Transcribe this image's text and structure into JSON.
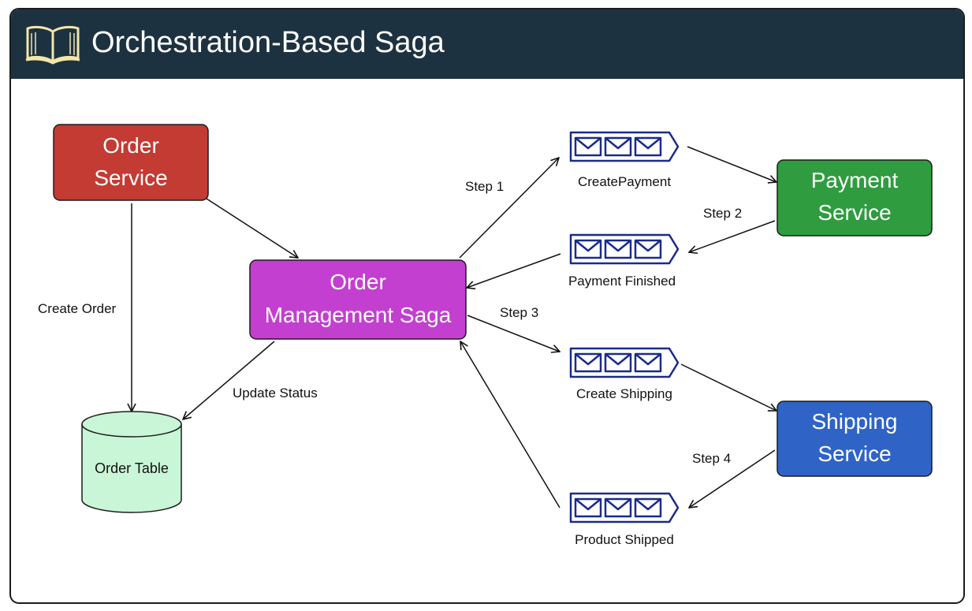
{
  "header": {
    "title": "Orchestration-Based Saga",
    "icon": "open-book-icon"
  },
  "nodes": {
    "order_service": {
      "line1": "Order",
      "line2": "Service",
      "color": "#c33b33"
    },
    "saga": {
      "line1": "Order",
      "line2": "Management Saga",
      "color": "#c33fd0"
    },
    "payment_service": {
      "line1": "Payment",
      "line2": "Service",
      "color": "#2f9c3f"
    },
    "shipping_service": {
      "line1": "Shipping",
      "line2": "Service",
      "color": "#2f63c6"
    },
    "order_table": {
      "label": "Order Table",
      "color": "#c9f6d6"
    }
  },
  "queues": {
    "create_payment": "CreatePayment",
    "payment_finished": "Payment Finished",
    "create_shipping": "Create Shipping",
    "product_shipped": "Product Shipped"
  },
  "edges": {
    "create_order": "Create Order",
    "update_status": "Update Status",
    "step1": "Step 1",
    "step2": "Step 2",
    "step3": "Step 3",
    "step4": "Step 4"
  },
  "colors": {
    "header_bg": "#1d3240",
    "queue_stroke": "#1a2a8c",
    "arrow": "#111111"
  }
}
